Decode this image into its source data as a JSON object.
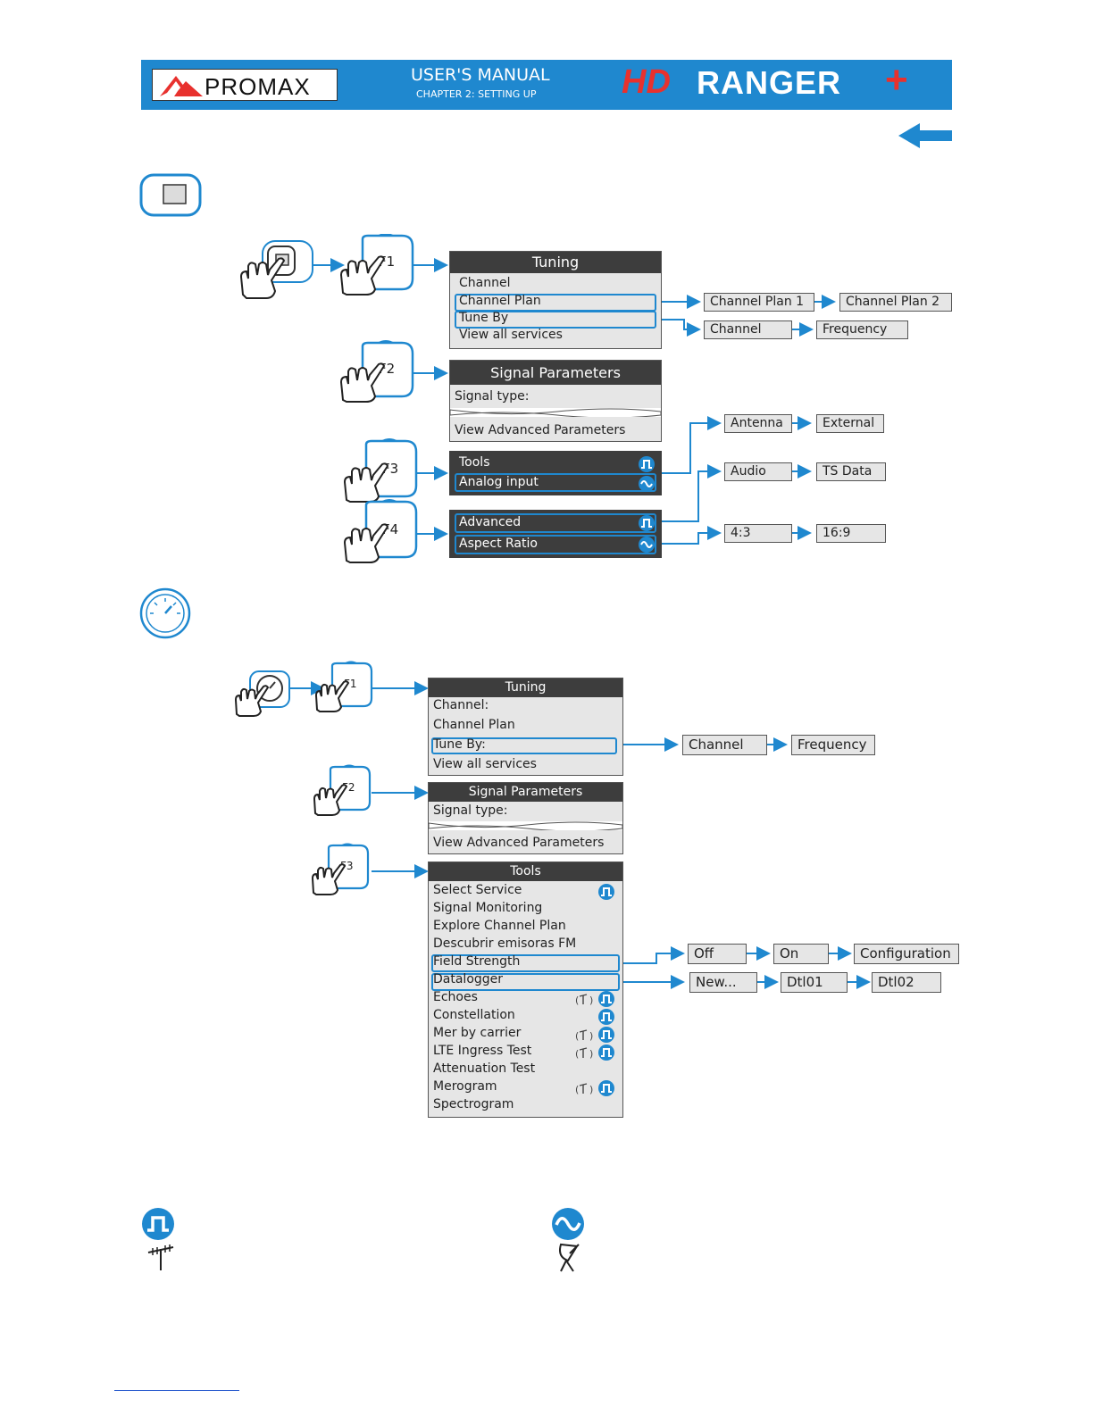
{
  "header": {
    "logo": "PROMAX",
    "manual_title": "USER'S MANUAL",
    "chapter": "CHAPTER 2: SETTING UP",
    "brand_hd": "HD",
    "brand_ranger": "RANGER",
    "brand_plus": "+"
  },
  "colors": {
    "accent": "#1f88cf",
    "brand_red": "#e8312e",
    "menu_bg": "#e6e6e6",
    "title_bar": "#3d3d3d"
  },
  "icons": {
    "back": "back-arrow-icon",
    "tv_mode": "tv-mode-key-icon",
    "measure_mode": "measurement-mode-key-icon",
    "digital": "digital-signal-icon",
    "analog": "analog-signal-icon",
    "terrestrial": "terrestrial-antenna-icon",
    "satellite": "satellite-dish-icon"
  },
  "section1": {
    "f1": {
      "key": "F1",
      "title": "Tuning",
      "items": [
        "Channel",
        "Channel Plan",
        "Tune By",
        "View all services"
      ],
      "channel_plan_options": [
        "Channel Plan 1",
        "Channel Plan 2"
      ],
      "tune_by_options": [
        "Channel",
        "Frequency"
      ]
    },
    "f2": {
      "key": "F2",
      "title": "Signal Parameters",
      "signal_type": "Signal type:",
      "advanced": "View Advanced Parameters"
    },
    "f3": {
      "key": "F3",
      "items": [
        "Tools",
        "Analog input"
      ],
      "analog_input_options": [
        "Antenna",
        "External"
      ]
    },
    "f4": {
      "key": "F4",
      "items": [
        "Advanced",
        "Aspect Ratio"
      ],
      "advanced_options": [
        "Audio",
        "TS Data"
      ],
      "aspect_ratio_options": [
        "4:3",
        "16:9"
      ]
    }
  },
  "section2": {
    "f1": {
      "key": "F1",
      "title": "Tuning",
      "items": [
        "Channel:",
        "Channel Plan",
        "Tune By:",
        "View all services"
      ],
      "tune_by_options": [
        "Channel",
        "Frequency"
      ]
    },
    "f2": {
      "key": "F2",
      "title": "Signal Parameters",
      "signal_type": "Signal type:",
      "advanced": "View Advanced Parameters"
    },
    "f3": {
      "key": "F3",
      "title": "Tools",
      "items": [
        "Select Service",
        "Signal Monitoring",
        "Explore Channel Plan",
        "Descubrir emisoras FM",
        "Field Strength",
        "Datalogger",
        "Echoes",
        "Constellation",
        "Mer by carrier",
        "LTE Ingress Test",
        "Attenuation Test",
        "Merogram",
        "Spectrogram"
      ],
      "field_strength_options": [
        "Off",
        "On",
        "Configuration"
      ],
      "datalogger_options": [
        "New...",
        "Dtl01",
        "Dtl02"
      ]
    }
  }
}
